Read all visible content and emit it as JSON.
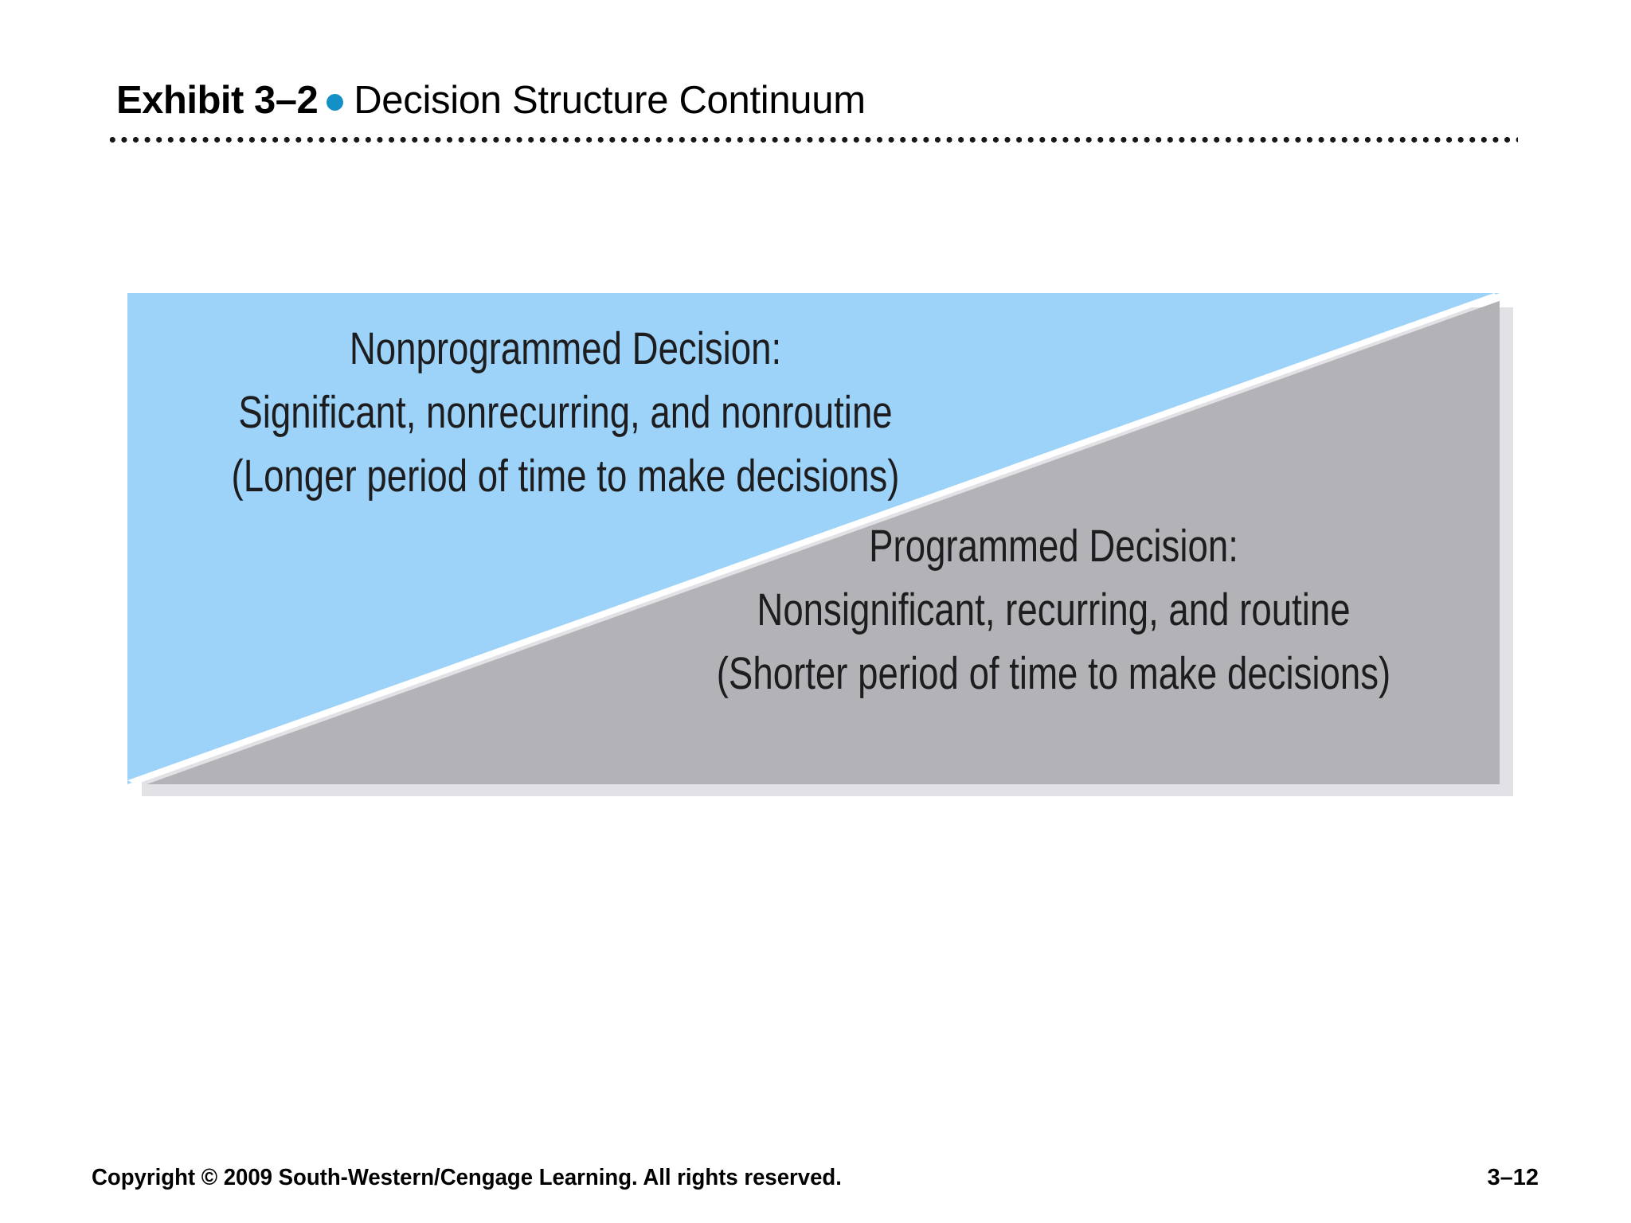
{
  "slide": {
    "header": {
      "exhibit_label": "Exhibit 3–2",
      "bullet_icon": "bullet-dot-icon",
      "bullet_color": "#1391C6",
      "title": "Decision Structure Continuum",
      "rule_style": "dotted",
      "rule_color": "#18181A"
    },
    "graphic": {
      "name": "decision-structure-continuum-diagram",
      "shape": "rectangle-split-by-diagonal",
      "diagonal": "bottom-left-to-top-right",
      "shadow_color": "#E2E2E6",
      "divider_color": "#FFFFFF",
      "regions": [
        {
          "id": "nonprogrammed",
          "position": "upper-left",
          "fill_color": "#9DD3F8",
          "lines": [
            "Nonprogrammed Decision:",
            "Significant, nonrecurring, and nonroutine",
            "(Longer period of time to make decisions)"
          ]
        },
        {
          "id": "programmed",
          "position": "lower-right",
          "fill_color": "#B2B2B7",
          "lines": [
            "Programmed Decision:",
            "Nonsignificant, recurring, and routine",
            "(Shorter period of time to make decisions)"
          ]
        }
      ]
    },
    "footer": {
      "copyright": "Copyright © 2009 South-Western/Cengage Learning. All rights reserved.",
      "page_number": "3–12"
    }
  }
}
